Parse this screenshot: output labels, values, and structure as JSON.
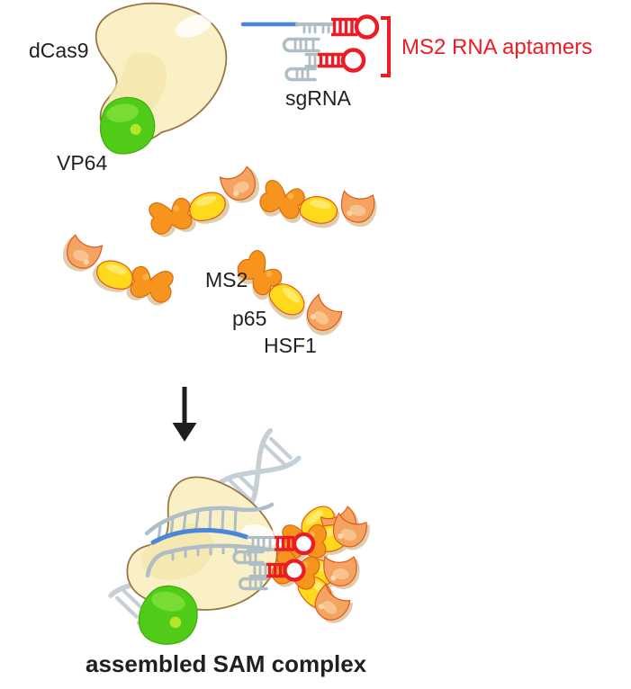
{
  "figure": {
    "caption": "assembled SAM complex",
    "top": {
      "dcas9_label": "dCas9",
      "vp64_label": "VP64",
      "sgrna_label": "sgRNA",
      "aptamer_label": "MS2 RNA aptamers"
    },
    "middle": {
      "ms2_label": "MS2",
      "p65_label": "p65",
      "hsf1_label": "HSF1"
    },
    "colors": {
      "red": "#ED1C24",
      "blue": "#4A86D9",
      "rna": "#AEBDC6",
      "dna": "#C5CFD6",
      "cream": "#FAF0C6",
      "creamline": "#9A7544",
      "green": "#50CC18",
      "greenline": "#3FAE10",
      "orange": "#F7941E",
      "yellow": "#FFD91C",
      "salmon": "#F5A360",
      "ink": "#1E1E1E"
    }
  }
}
